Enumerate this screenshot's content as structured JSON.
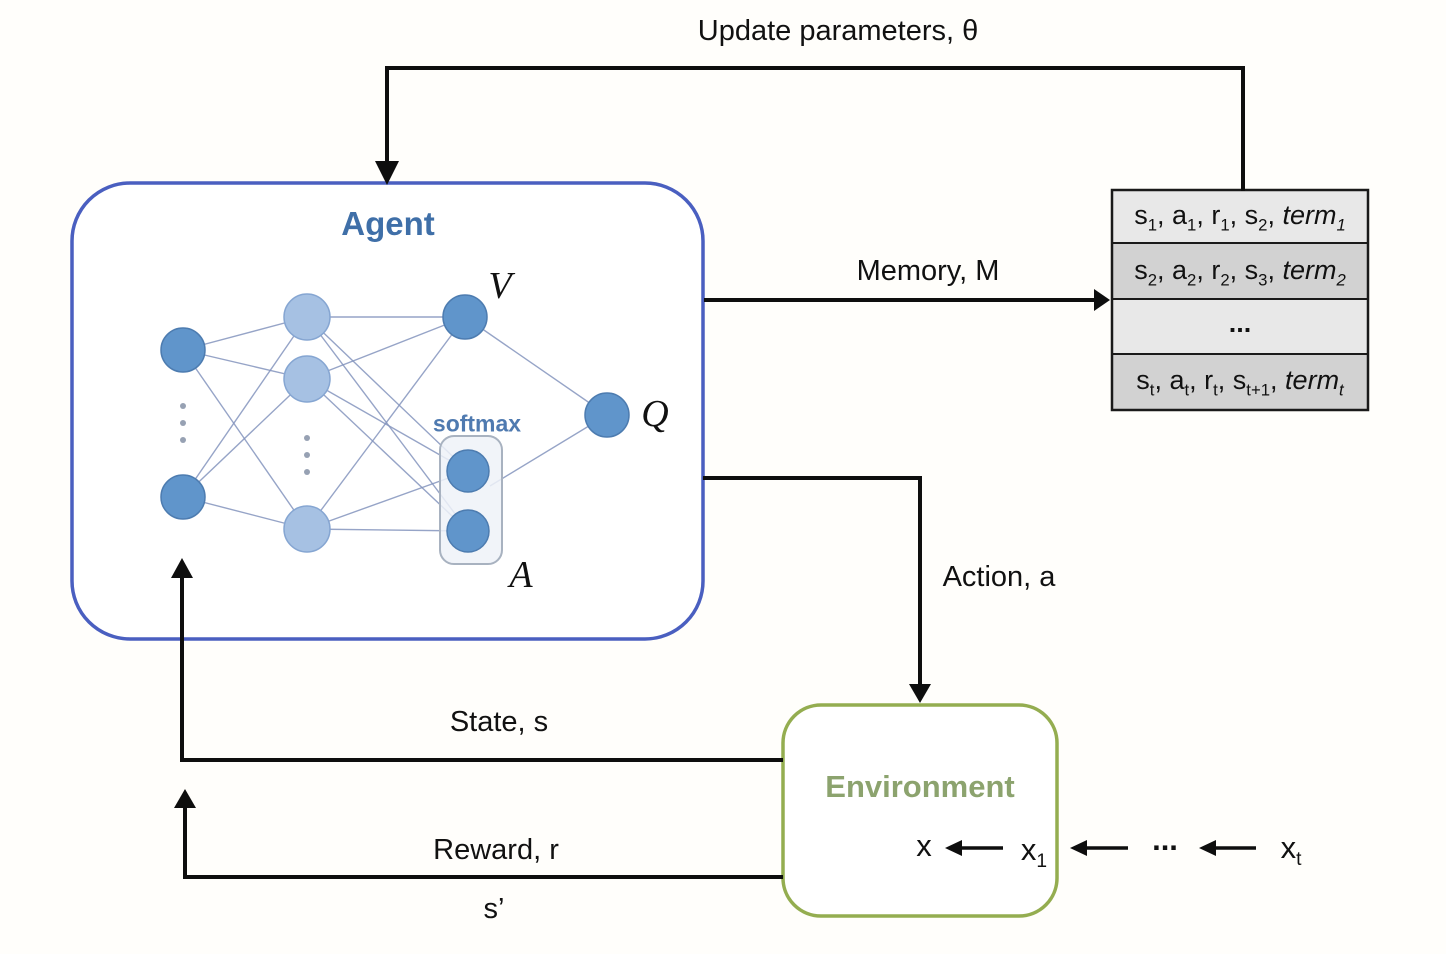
{
  "labels": {
    "update_parameters": "Update parameters, θ",
    "memory": "Memory, M",
    "action": "Action, a",
    "state": "State, s",
    "reward": "Reward, r",
    "s_prime": "s’"
  },
  "agent": {
    "title": "Agent"
  },
  "network": {
    "softmax_label": "softmax",
    "v_label": "V",
    "q_label": "Q",
    "a_label": "A"
  },
  "environment": {
    "title": "Environment",
    "sequence": [
      {
        "segments": [
          {
            "t": "x"
          }
        ]
      },
      {
        "segments": [
          {
            "t": "x"
          },
          {
            "sub": "1"
          }
        ]
      },
      {
        "segments": [
          {
            "t": "..."
          }
        ]
      },
      {
        "segments": [
          {
            "t": "x"
          },
          {
            "sub": "t"
          }
        ]
      }
    ]
  },
  "memory_table": {
    "rows": [
      {
        "segments": [
          {
            "t": "s"
          },
          {
            "sub": "1"
          },
          {
            "t": ", a"
          },
          {
            "sub": "1"
          },
          {
            "t": ", r"
          },
          {
            "sub": "1"
          },
          {
            "t": ", s"
          },
          {
            "sub": "2"
          },
          {
            "t": ", "
          },
          {
            "t": "term",
            "i": true
          },
          {
            "sub": "1",
            "i": true
          }
        ]
      },
      {
        "segments": [
          {
            "t": "s"
          },
          {
            "sub": "2"
          },
          {
            "t": ", a"
          },
          {
            "sub": "2"
          },
          {
            "t": ", r"
          },
          {
            "sub": "2"
          },
          {
            "t": ", s"
          },
          {
            "sub": "3"
          },
          {
            "t": ", "
          },
          {
            "t": "term",
            "i": true
          },
          {
            "sub": "2",
            "i": true
          }
        ]
      },
      {
        "segments": [
          {
            "t": "..."
          }
        ]
      },
      {
        "segments": [
          {
            "t": "s"
          },
          {
            "sub": "t"
          },
          {
            "t": ", a"
          },
          {
            "sub": "t"
          },
          {
            "t": ", r"
          },
          {
            "sub": "t"
          },
          {
            "t": ", s"
          },
          {
            "sub": "t+1"
          },
          {
            "t": ", "
          },
          {
            "t": "term",
            "i": true
          },
          {
            "sub": "t",
            "i": true
          }
        ]
      }
    ]
  },
  "colors": {
    "arrow": "#0e0e0e",
    "text": "#111111",
    "edge": "#8494bd",
    "agent-border": "#4a5fc0",
    "agent-title": "#3f6fa8",
    "env-border": "#94ad50",
    "env-title": "#8ca36e",
    "node-dark": "#6095cb",
    "node-dark-border": "#4d7cb0",
    "node-light": "#a6c1e3",
    "node-light-border": "#86a6d2",
    "softmax-label": "#4f7ab0",
    "softmax-box-fill": "#eef2f8",
    "softmax-box-border": "#a8b2c0",
    "row-light": "#e8e8e8",
    "row-dark": "#d2d2d2",
    "table-border": "#1a1a1a"
  }
}
